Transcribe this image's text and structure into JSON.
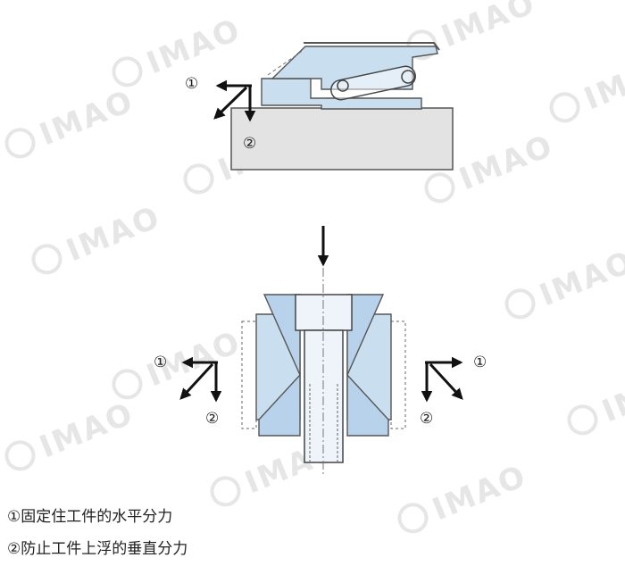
{
  "watermark": "IMAO",
  "markers": {
    "horizontal": "①",
    "vertical": "②"
  },
  "legend": {
    "item1": "①固定住工件的水平分力",
    "item2": "②防止工件上浮的垂直分力"
  },
  "colors": {
    "part_fill": "#c9dff0",
    "part_stroke": "#555555",
    "base_fill": "#e3e3e3",
    "arrow": "#111111",
    "watermark": "#e6e6e6"
  }
}
